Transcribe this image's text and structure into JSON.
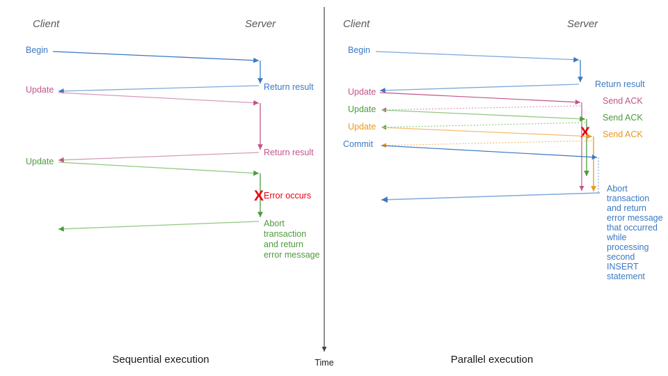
{
  "colors": {
    "blue": "#3b78c3",
    "blue_light": "#7fa9db",
    "pink": "#c0548a",
    "pink_light": "#d79bbb",
    "green": "#4d9a3d",
    "green_light": "#92c880",
    "orange": "#e8981f",
    "orange_light": "#f3bd6e",
    "red": "#e8000d",
    "gray": "#595959",
    "axis": "#444444"
  },
  "panels": {
    "sequential": {
      "caption": "Sequential execution",
      "client_label": "Client",
      "server_label": "Server",
      "messages": [
        {
          "label": "Begin",
          "color_key": "blue",
          "side": "client"
        },
        {
          "label": "Return result",
          "color_key": "blue",
          "side": "server"
        },
        {
          "label": "Update",
          "color_key": "pink",
          "side": "client"
        },
        {
          "label": "Return result",
          "color_key": "pink",
          "side": "server"
        },
        {
          "label": "Update",
          "color_key": "green",
          "side": "client"
        }
      ],
      "error_marker": {
        "glyph": "X",
        "label": "Error occurs",
        "color_key": "red"
      },
      "abort_note": {
        "color_key": "green",
        "lines": [
          "Abort",
          "transaction",
          "and return",
          "error message"
        ]
      }
    },
    "parallel": {
      "caption": "Parallel execution",
      "client_label": "Client",
      "server_label": "Server",
      "messages": [
        {
          "label": "Begin",
          "color_key": "blue",
          "side": "client"
        },
        {
          "label": "Return result",
          "color_key": "blue",
          "side": "server"
        },
        {
          "label": "Update",
          "color_key": "pink",
          "side": "client"
        },
        {
          "label": "Send ACK",
          "color_key": "pink",
          "side": "server"
        },
        {
          "label": "Update",
          "color_key": "green",
          "side": "client"
        },
        {
          "label": "Send ACK",
          "color_key": "green",
          "side": "server"
        },
        {
          "label": "Update",
          "color_key": "orange",
          "side": "client"
        },
        {
          "label": "Send ACK",
          "color_key": "orange",
          "side": "server"
        },
        {
          "label": "Commit",
          "color_key": "blue",
          "side": "client"
        }
      ],
      "error_marker": {
        "glyph": "X",
        "label": "",
        "color_key": "red"
      },
      "abort_note": {
        "color_key": "blue",
        "lines": [
          "Abort",
          "transaction",
          "and return",
          "error message",
          "that occurred",
          "while",
          "processing",
          "second",
          "INSERT",
          "statement"
        ]
      }
    }
  },
  "time_axis": {
    "label": "Time"
  }
}
